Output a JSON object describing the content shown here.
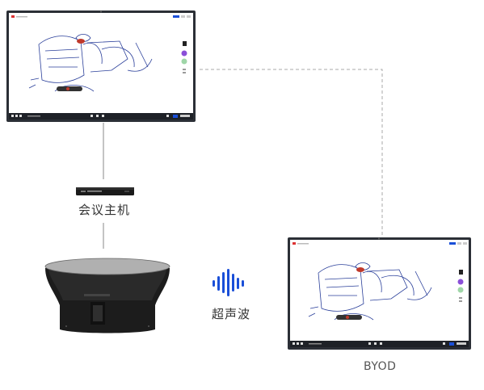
{
  "labels": {
    "host": "会议主机",
    "ultrasound": "超声波",
    "byod": "BYOD"
  },
  "colors": {
    "accent": "#1a4fd8",
    "screen_bezel": "#2b2f36",
    "connector_solid": "#888888",
    "connector_dashed": "#aaaaaa",
    "sketch_ink": "#2a3f9a"
  },
  "icons": {
    "ultrasound": "sound-wave-icon"
  }
}
